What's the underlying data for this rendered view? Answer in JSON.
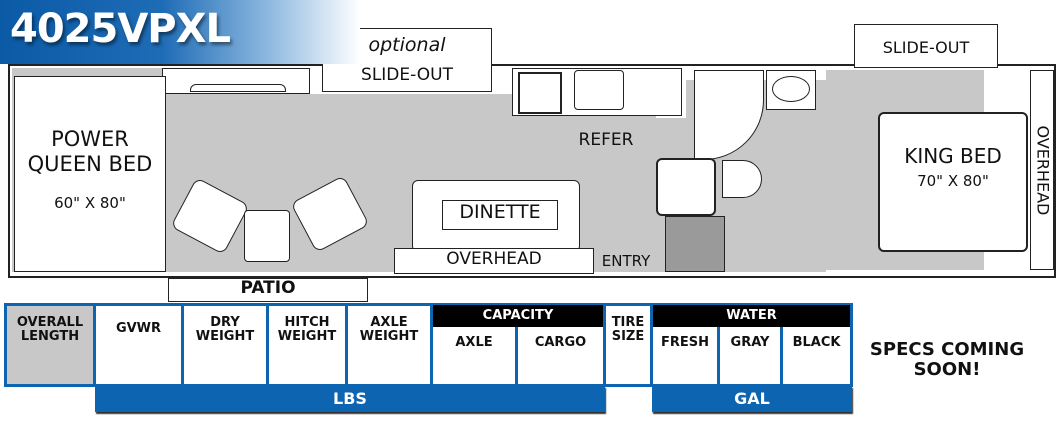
{
  "title": "4025VPXL",
  "floorplan": {
    "labels": {
      "optional": "optional",
      "slide_out_front": "SLIDE-OUT",
      "slide_out_rear": "SLIDE-OUT",
      "power_queen_bed_line1": "POWER",
      "power_queen_bed_line2": "QUEEN BED",
      "queen_bed_size": "60\" X 80\"",
      "refer": "REFER",
      "dinette": "DINETTE",
      "overhead_front": "OVERHEAD",
      "entry": "ENTRY",
      "king_bed": "KING BED",
      "king_bed_size": "70\" X 80\"",
      "overhead_rear": "OVERHEAD",
      "patio": "PATIO"
    }
  },
  "specs": {
    "overall_length": "OVERALL LENGTH",
    "gvwr": "GVWR",
    "dry_weight": "DRY WEIGHT",
    "hitch_weight": "HITCH WEIGHT",
    "axle_weight": "AXLE WEIGHT",
    "capacity": "CAPACITY",
    "capacity_axle": "AXLE",
    "capacity_cargo": "CARGO",
    "tire_size": "TIRE SIZE",
    "water": "WATER",
    "fresh": "FRESH",
    "gray": "GRAY",
    "black": "BLACK",
    "lbs": "LBS",
    "gal": "GAL",
    "coming_soon": "SPECS COMING SOON!"
  },
  "colors": {
    "brand_blue": "#0d64b0",
    "floor_gray": "#c8c8c8",
    "entry_steps": "#9a9a9a"
  }
}
